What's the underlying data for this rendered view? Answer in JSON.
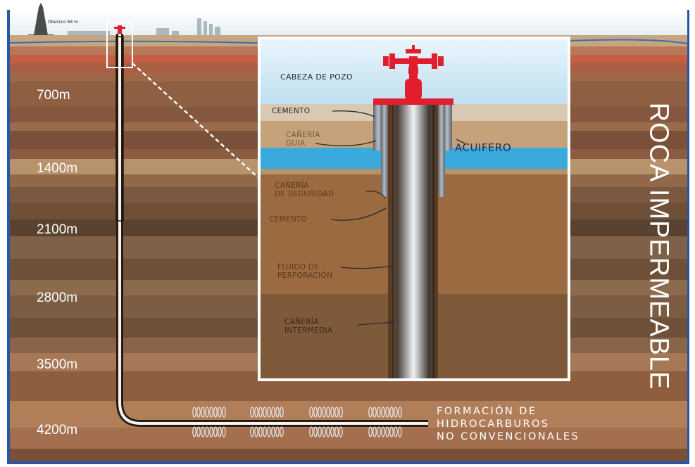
{
  "surface": {
    "landmark_label": "Obelisco 68 m"
  },
  "depth_labels": [
    "700m",
    "1400m",
    "2100m",
    "2800m",
    "3500m",
    "4200m"
  ],
  "side_label": "ROCA IMPERMEABLE",
  "target_formation": {
    "line1": "FORMACIÓN DE",
    "line2": "HIDROCARBUROS",
    "line3": "NO CONVENCIONALES"
  },
  "inset": {
    "wellhead": "CABEZA DE POZO",
    "cement_top": "CEMENTO",
    "guide_casing_1": "CAÑERÍA",
    "guide_casing_2": "GUIA",
    "aquifer": "ACUIFERO",
    "safety_casing_1": "CAÑERÍA",
    "safety_casing_2": "DE SEGURIDAD",
    "cement_mid": "CEMENTO",
    "fluid_1": "FLUIDO DE",
    "fluid_2": "PERFORACIÓN",
    "intermediate_1": "CAÑERÍA",
    "intermediate_2": "INTERMEDIA"
  },
  "colors": {
    "frame": "#2a56a5",
    "sky": "#eef6fb",
    "water": "#3aa9dc",
    "wellhead": "#e21d2d",
    "casing_gray": "#8c939b"
  }
}
